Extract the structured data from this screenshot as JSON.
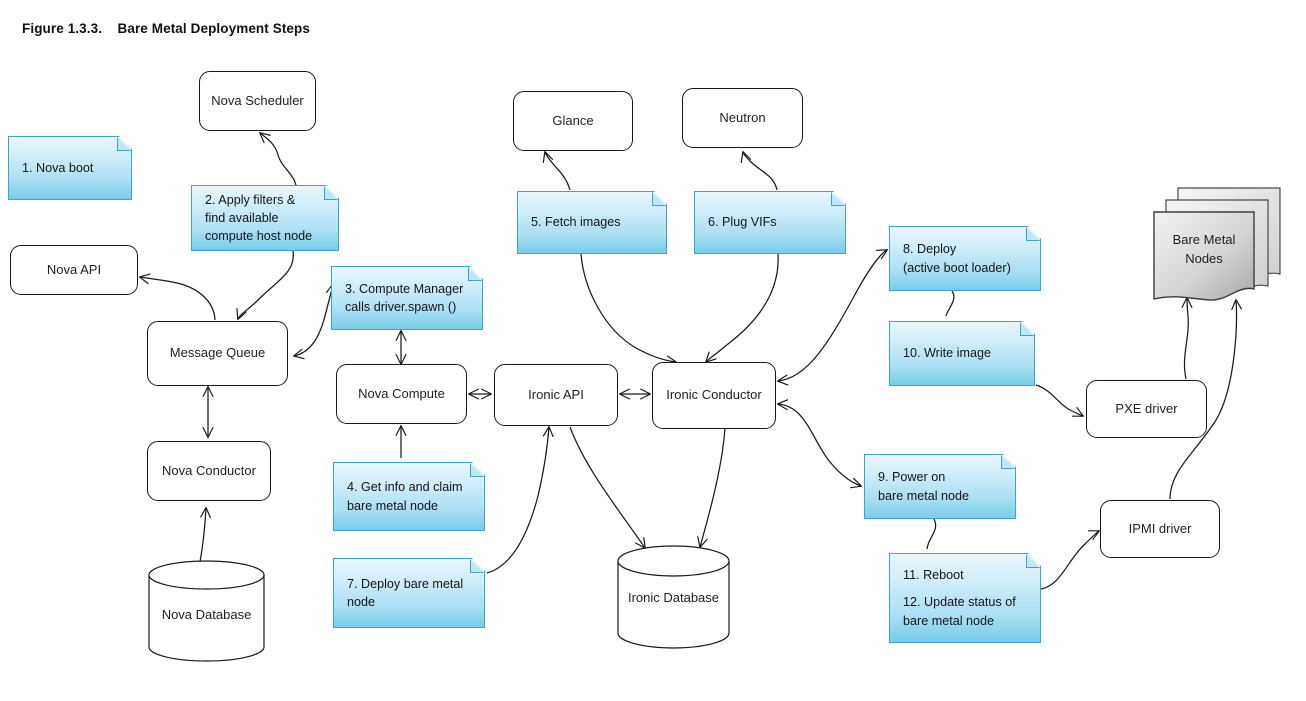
{
  "figure": {
    "label": "Figure 1.3.3.",
    "title": "Bare Metal Deployment Steps",
    "full_caption": "Figure 1.3.3.    Bare Metal Deployment Steps"
  },
  "colors": {
    "note_fill_top": "#e8f7fc",
    "note_fill_bottom": "#78cdea",
    "note_border": "#3ea5c9",
    "box_border": "#1a1a1a",
    "box_fill": "#ffffff",
    "stack_fill_light": "#f2f2f2",
    "stack_fill_dark": "#b0b0b0",
    "connector": "#1a1a1a",
    "text": "#222222",
    "background": "#ffffff"
  },
  "nodes": [
    {
      "id": "nova-scheduler",
      "label": "Nova Scheduler",
      "shape": "rounded-box"
    },
    {
      "id": "nova-api",
      "label": "Nova API",
      "shape": "rounded-box"
    },
    {
      "id": "message-queue",
      "label": "Message Queue",
      "shape": "rounded-box"
    },
    {
      "id": "nova-conductor",
      "label": "Nova Conductor",
      "shape": "rounded-box"
    },
    {
      "id": "nova-compute",
      "label": "Nova Compute",
      "shape": "rounded-box"
    },
    {
      "id": "ironic-api",
      "label": "Ironic API",
      "shape": "rounded-box"
    },
    {
      "id": "ironic-conductor",
      "label": "Ironic Conductor",
      "shape": "rounded-box"
    },
    {
      "id": "glance",
      "label": "Glance",
      "shape": "rounded-box"
    },
    {
      "id": "neutron",
      "label": "Neutron",
      "shape": "rounded-box"
    },
    {
      "id": "pxe-driver",
      "label": "PXE driver",
      "shape": "rounded-box"
    },
    {
      "id": "ipmi-driver",
      "label": "IPMI driver",
      "shape": "rounded-box"
    },
    {
      "id": "nova-database",
      "label": "Nova Database",
      "shape": "cylinder"
    },
    {
      "id": "ironic-database",
      "label": "Ironic Database",
      "shape": "cylinder"
    },
    {
      "id": "bare-metal-nodes",
      "label_line1": "Bare Metal",
      "label_line2": "Nodes",
      "shape": "stacked-document"
    }
  ],
  "notes": [
    {
      "id": "note-1",
      "step": "1.",
      "lines": [
        "1.  Nova boot"
      ]
    },
    {
      "id": "note-2",
      "step": "2.",
      "lines": [
        "2.  Apply filters &",
        "find available",
        "compute host node"
      ]
    },
    {
      "id": "note-3",
      "step": "3.",
      "lines": [
        "3.  Compute Manager",
        "calls driver.spawn ()"
      ]
    },
    {
      "id": "note-4",
      "step": "4.",
      "lines": [
        "4.  Get info and claim",
        "bare metal node"
      ]
    },
    {
      "id": "note-5",
      "step": "5.",
      "lines": [
        "5.  Fetch images"
      ]
    },
    {
      "id": "note-6",
      "step": "6.",
      "lines": [
        "6.  Plug VIFs"
      ]
    },
    {
      "id": "note-7",
      "step": "7.",
      "lines": [
        "7.   Deploy bare metal",
        "node"
      ]
    },
    {
      "id": "note-8",
      "step": "8.",
      "lines": [
        "8.   Deploy",
        "(active boot loader)"
      ]
    },
    {
      "id": "note-9",
      "step": "9.",
      "lines": [
        "9.   Power on",
        "bare metal node"
      ]
    },
    {
      "id": "note-10",
      "step": "10.",
      "lines": [
        "10.   Write image"
      ]
    },
    {
      "id": "note-11",
      "step": "11.",
      "lines": [
        "11.   Reboot"
      ]
    },
    {
      "id": "note-12",
      "step": "12.",
      "lines": [
        "12.   Update status of",
        "bare metal node"
      ]
    }
  ],
  "note_text": {
    "n1": "1.  Nova boot",
    "n2_l1": "2.  Apply filters &",
    "n2_l2": "find available",
    "n2_l3": "compute host node",
    "n3_l1": "3.  Compute Manager",
    "n3_l2": "calls driver.spawn ()",
    "n4_l1": "4.  Get info and claim",
    "n4_l2": "bare metal node",
    "n5": "5.  Fetch images",
    "n6": "6.  Plug VIFs",
    "n7_l1": "7.   Deploy bare metal",
    "n7_l2": "node",
    "n8_l1": "8.   Deploy",
    "n8_l2": "(active boot loader)",
    "n9_l1": "9.   Power on",
    "n9_l2": "bare metal node",
    "n10": "10.   Write image",
    "n11": "11.   Reboot",
    "n12_l1": "12.   Update status of",
    "n12_l2": "bare metal node"
  },
  "node_text": {
    "nova_scheduler": "Nova Scheduler",
    "nova_api": "Nova API",
    "message_queue": "Message Queue",
    "nova_conductor": "Nova Conductor",
    "nova_database": "Nova Database",
    "nova_compute": "Nova Compute",
    "ironic_api": "Ironic API",
    "ironic_conductor": "Ironic Conductor",
    "ironic_database": "Ironic Database",
    "glance": "Glance",
    "neutron": "Neutron",
    "pxe_driver": "PXE driver",
    "ipmi_driver": "IPMI driver",
    "bare_metal_nodes_l1": "Bare Metal",
    "bare_metal_nodes_l2": "Nodes"
  },
  "edges": [
    {
      "from": "note-2",
      "to": "nova-scheduler",
      "arrow": "single"
    },
    {
      "from": "note-2",
      "to": "message-queue",
      "arrow": "single"
    },
    {
      "from": "message-queue",
      "to": "nova-api",
      "arrow": "single"
    },
    {
      "from": "message-queue",
      "to": "nova-conductor",
      "arrow": "double"
    },
    {
      "from": "nova-conductor",
      "to": "nova-database",
      "arrow": "single"
    },
    {
      "from": "message-queue",
      "to": "note-3",
      "arrow": "double"
    },
    {
      "from": "note-3",
      "to": "nova-compute",
      "arrow": "double"
    },
    {
      "from": "note-4",
      "to": "nova-compute",
      "arrow": "single"
    },
    {
      "from": "nova-compute",
      "to": "ironic-api",
      "arrow": "double"
    },
    {
      "from": "note-7",
      "to": "ironic-api",
      "arrow": "single"
    },
    {
      "from": "ironic-api",
      "to": "ironic-conductor",
      "arrow": "double"
    },
    {
      "from": "ironic-api",
      "to": "ironic-database",
      "arrow": "single"
    },
    {
      "from": "ironic-conductor",
      "to": "ironic-database",
      "arrow": "single"
    },
    {
      "from": "note-5",
      "to": "glance",
      "arrow": "single"
    },
    {
      "from": "note-5",
      "to": "ironic-conductor",
      "arrow": "single"
    },
    {
      "from": "note-6",
      "to": "neutron",
      "arrow": "single"
    },
    {
      "from": "note-6",
      "to": "ironic-conductor",
      "arrow": "single"
    },
    {
      "from": "ironic-conductor",
      "to": "note-8",
      "arrow": "double"
    },
    {
      "from": "note-8",
      "to": "note-10",
      "arrow": "none"
    },
    {
      "from": "note-10",
      "to": "pxe-driver",
      "arrow": "single"
    },
    {
      "from": "pxe-driver",
      "to": "bare-metal-nodes",
      "arrow": "single"
    },
    {
      "from": "ironic-conductor",
      "to": "note-9",
      "arrow": "double"
    },
    {
      "from": "note-9",
      "to": "note-11",
      "arrow": "none"
    },
    {
      "from": "note-11",
      "to": "ipmi-driver",
      "arrow": "single"
    },
    {
      "from": "ipmi-driver",
      "to": "bare-metal-nodes",
      "arrow": "single"
    }
  ]
}
